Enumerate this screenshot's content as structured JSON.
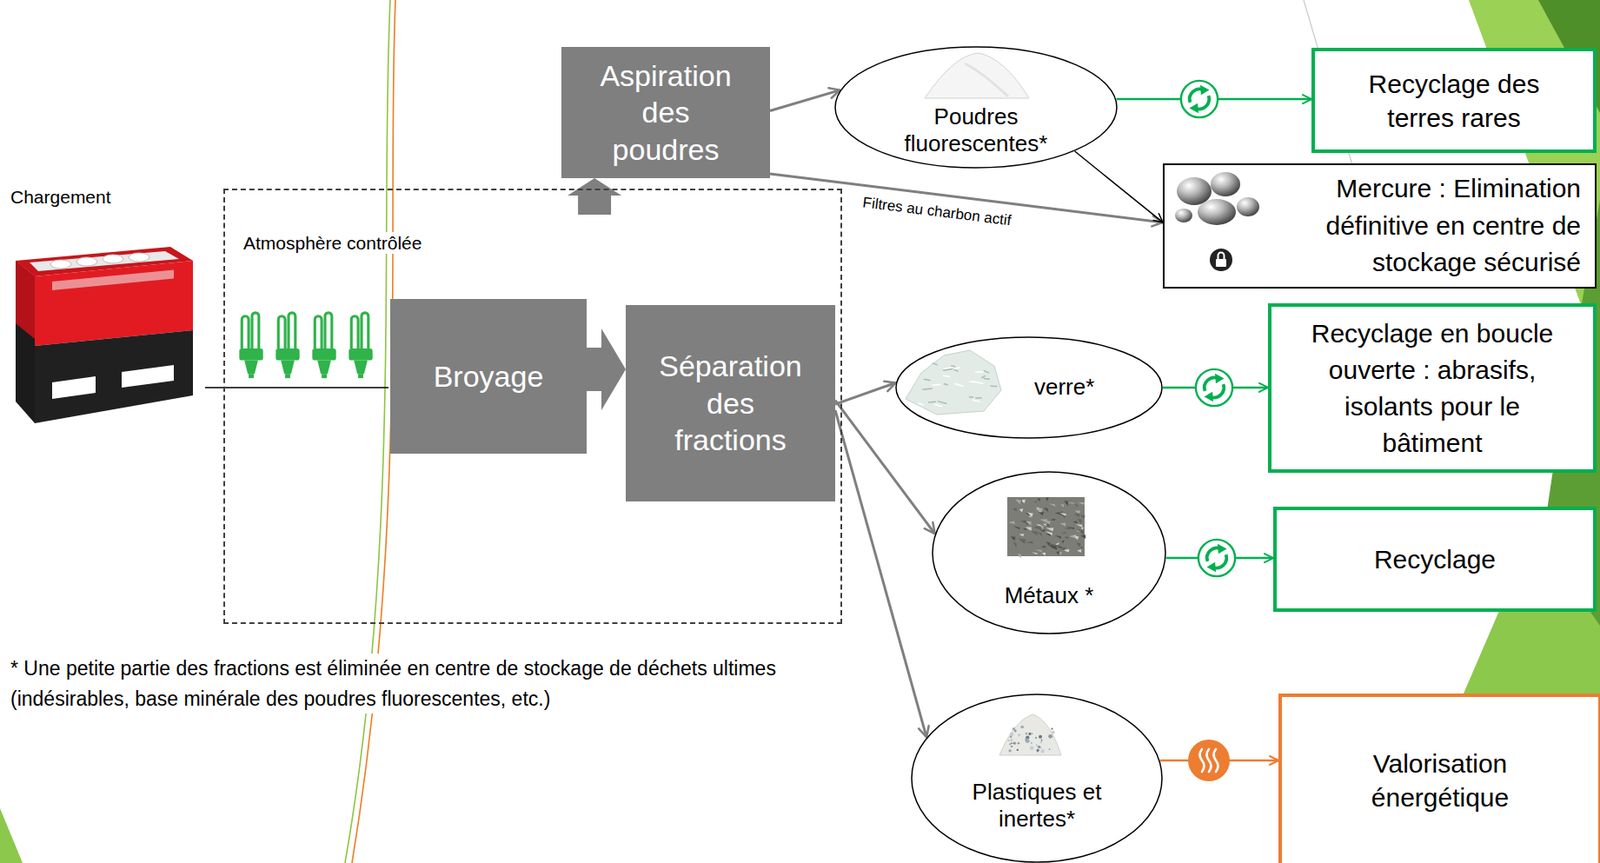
{
  "diagram": {
    "nodes": [
      {
        "text": [
          "Aspiration des poudres"
        ]
      },
      {
        "text": [
          "Atmosphère contrôlée"
        ]
      },
      {
        "text": [
          "Broyage"
        ],
        "in": 1
      },
      {
        "text": [
          "Séparation des fractions"
        ],
        "in": 1
      },
      {
        "text": [
          "Poudres fluorescentes*"
        ]
      },
      {
        "text": [
          "Recyclage des terres rares"
        ]
      },
      {
        "text": [
          "Mercure : Elimination définitive en centre de stockage sécurisé"
        ]
      },
      {
        "text": [
          "verre*"
        ]
      },
      {
        "text": [
          "Recyclage en boucle ouverte : abrasifs, isolants pour le bâtiment"
        ]
      },
      {
        "text": [
          "Métaux *"
        ]
      },
      {
        "text": [
          "Recyclage"
        ]
      },
      {
        "text": [
          "Plastiques et inertes*"
        ]
      },
      {
        "text": [
          "Valorisation énergétique"
        ]
      }
    ],
    "edges": [
      {
        "from": 1,
        "to": 0,
        "arrow": "to"
      },
      {
        "from": 2,
        "to": 3,
        "arrow": "to"
      },
      {
        "from": 0,
        "to": 4,
        "arrow": "to"
      },
      {
        "from": 0,
        "to": 6,
        "label": "Filtres au charbon actif",
        "arrow": "to"
      },
      {
        "from": 4,
        "to": 6,
        "arrow": "to"
      },
      {
        "from": 4,
        "to": 5,
        "arrow": "to"
      },
      {
        "from": 3,
        "to": 7,
        "arrow": "to"
      },
      {
        "from": 3,
        "to": 9,
        "arrow": "to"
      },
      {
        "from": 3,
        "to": 11,
        "arrow": "to"
      },
      {
        "from": 7,
        "to": 8,
        "arrow": "to"
      },
      {
        "from": 9,
        "to": 10,
        "arrow": "to"
      },
      {
        "from": 11,
        "to": 12,
        "arrow": "to"
      }
    ],
    "labels": [
      "Chargement",
      "* Une petite partie des fractions est éliminée en centre de stockage de déchets ultimes (indésirables, base minérale des poudres fluorescentes, etc.)"
    ]
  }
}
